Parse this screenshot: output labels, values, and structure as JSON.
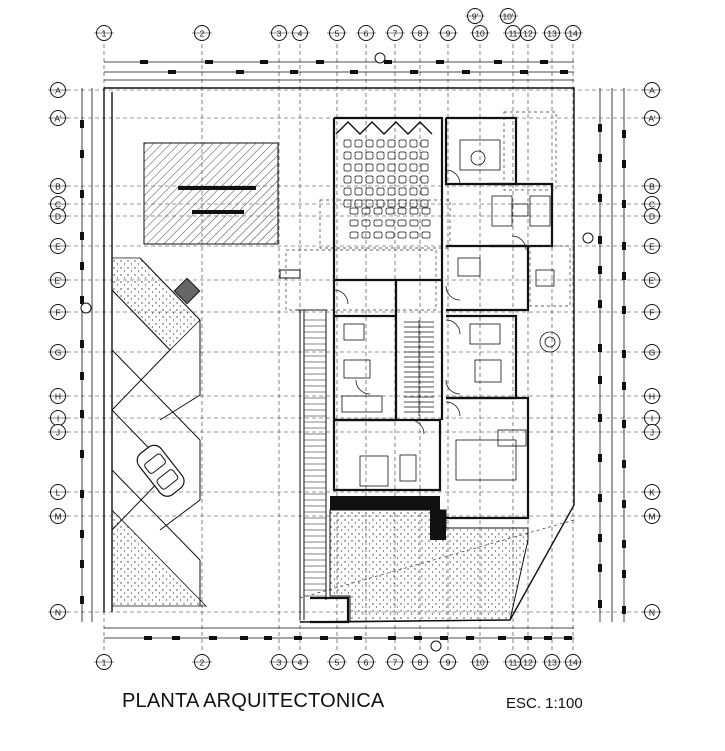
{
  "plan": {
    "title": "PLANTA ARQUITECTONICA",
    "scale": "ESC. 1:100"
  },
  "grid": {
    "columns": [
      {
        "label": "1",
        "x": 1
      },
      {
        "label": "2",
        "x": 2
      },
      {
        "label": "3",
        "x": 3
      },
      {
        "label": "4",
        "x": 4
      },
      {
        "label": "5",
        "x": 5
      },
      {
        "label": "6",
        "x": 6
      },
      {
        "label": "7",
        "x": 7
      },
      {
        "label": "8",
        "x": 8
      },
      {
        "label": "9",
        "x": 9
      },
      {
        "label": "10",
        "x": 10
      },
      {
        "label": "11",
        "x": 11
      },
      {
        "label": "12",
        "x": 12
      },
      {
        "label": "13",
        "x": 13
      },
      {
        "label": "14",
        "x": 14
      }
    ],
    "rows": [
      "A",
      "A'",
      "B",
      "C",
      "D",
      "E",
      "E'",
      "F",
      "G",
      "H",
      "I",
      "J",
      "L",
      "M",
      "N"
    ],
    "rows_right": [
      "A",
      "A'",
      "B",
      "C",
      "D",
      "E",
      "E'",
      "F",
      "G",
      "H",
      "I",
      "J",
      "K",
      "M",
      "N"
    ],
    "extra_top": [
      "9'",
      "10'"
    ]
  },
  "colors": {
    "line": "#111111",
    "dash": "#333333",
    "hatch": "#444444"
  }
}
